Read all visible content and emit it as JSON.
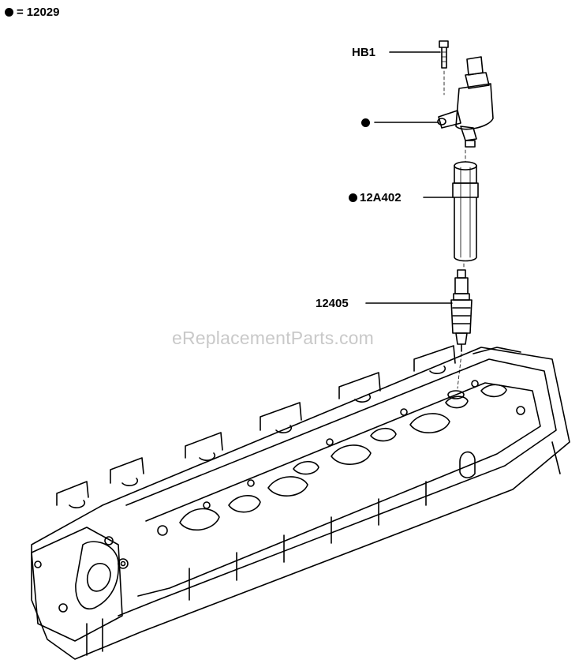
{
  "legend": {
    "symbol": "dot",
    "equals": "=",
    "value": "12029"
  },
  "callouts": [
    {
      "id": "hb1",
      "text": "HB1",
      "has_dot": false
    },
    {
      "id": "coil",
      "text": "",
      "has_dot": true
    },
    {
      "id": "boot",
      "text": "12A402",
      "has_dot": true
    },
    {
      "id": "plug",
      "text": "12405",
      "has_dot": false
    }
  ],
  "watermark": "eReplacementParts.com"
}
